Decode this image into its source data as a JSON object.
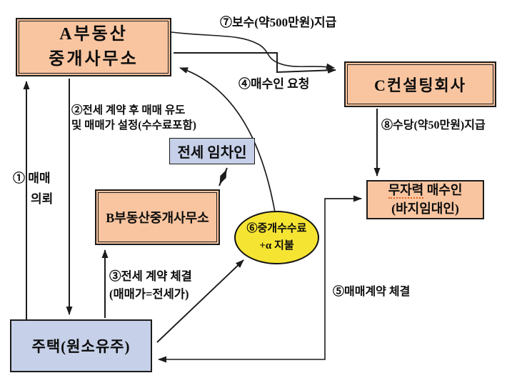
{
  "diagram": {
    "description": "Korean real-estate jeonse fraud scheme flow diagram",
    "colors": {
      "box_salmon": "#f9c5a0",
      "box_blue": "#c6d0e8",
      "ellipse_yellow": "#f6e433",
      "line_black": "#1c1c1c",
      "underline_red": "#e2601f"
    },
    "nodes": {
      "office_a": {
        "line1": "A부동산",
        "line2": "중개사무소"
      },
      "consulting_c": {
        "label": "C컨설팅회사"
      },
      "tenant": {
        "label": "전세 임차인"
      },
      "office_b": {
        "label": "B부동산중개사무소"
      },
      "buyer": {
        "line1_underlined": "무자력",
        "line1_rest": " 매수인",
        "line2": "(바지임대인)"
      },
      "house": {
        "label": "주택(원소유주)"
      },
      "fee_ellipse": {
        "line1": "⑥중개수수료",
        "line2": "+α 지불"
      }
    },
    "edges": {
      "e1_sale_request": {
        "line1": "① 매매",
        "line2": "의뢰"
      },
      "e2_induce_sale": {
        "line1": "②전세 계약 후 매매 유도",
        "line2": "및 매매가 설정(수수료포함)"
      },
      "e3_jeonse_contract": {
        "line1": "③전세 계약 체결",
        "line2": "(매매가=전세가)"
      },
      "e4_buyer_request": {
        "label": "④매수인 요청"
      },
      "e5_sale_contract": {
        "label": "⑤매매계약 체결"
      },
      "e7_fee_payment": {
        "label": "⑦보수(약500만원)지급"
      },
      "e8_allowance_payment": {
        "label": "⑧수당(약50만원)지급"
      }
    }
  }
}
